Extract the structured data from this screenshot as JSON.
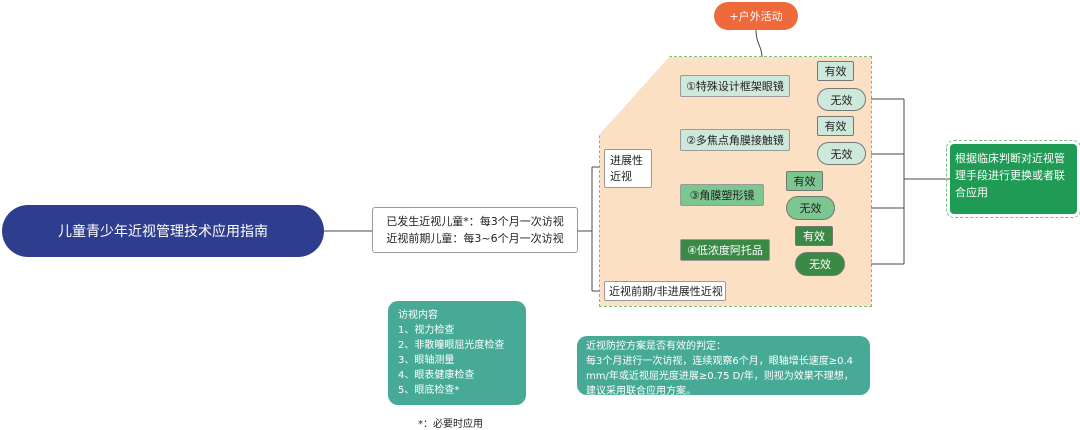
{
  "title": "儿童青少年近视管理技术应用指南",
  "follow_up": {
    "line1": "已发生近视儿童*：每3个月一次访视",
    "line2": "近视前期儿童：每3~6个月一次访视"
  },
  "outdoor": "+户外活动",
  "progressive": {
    "line1": "进展性",
    "line2": "近视"
  },
  "non_progressive": "近视前期/非进展性近视",
  "methods": [
    {
      "label": "①特殊设计框架眼镜",
      "effective": "有效",
      "ineffective": "无效"
    },
    {
      "label": "②多焦点角膜接触镜",
      "effective": "有效",
      "ineffective": "无效"
    },
    {
      "label": "③角膜塑形镜",
      "effective": "有效",
      "ineffective": "无效"
    },
    {
      "label": "④低浓度阿托品",
      "effective": "有效",
      "ineffective": "无效"
    }
  ],
  "decision": "根据临床判断对近视管理手段进行更换或者联合应用",
  "visit": {
    "heading": "访视内容",
    "items": [
      "1、视力检查",
      "2、非散瞳眼屈光度检查",
      "3、眼轴测量",
      "4、眼表健康检查",
      "5、眼底检查*"
    ]
  },
  "criteria": {
    "heading": "近视防控方案是否有效的判定：",
    "body": "每3个月进行一次访视，连续观察6个月，眼轴增长速度≥0.4 mm/年或近视屈光度进展≥0.75 D/年，则视为效果不理想，建议采用联合应用方案。"
  },
  "footnote": "*：必要时应用",
  "colors": {
    "root": "#2f3d8f",
    "outdoor": "#ee6a3a",
    "region_fill": "#fbe0c4",
    "region_border": "#77c07b",
    "teal": "#46aa97",
    "decision": "#1f9b55",
    "level1": "#cfe8dc",
    "level2": "#cfe8dc",
    "level3": "#7cc690",
    "level4": "#3a8a46"
  }
}
